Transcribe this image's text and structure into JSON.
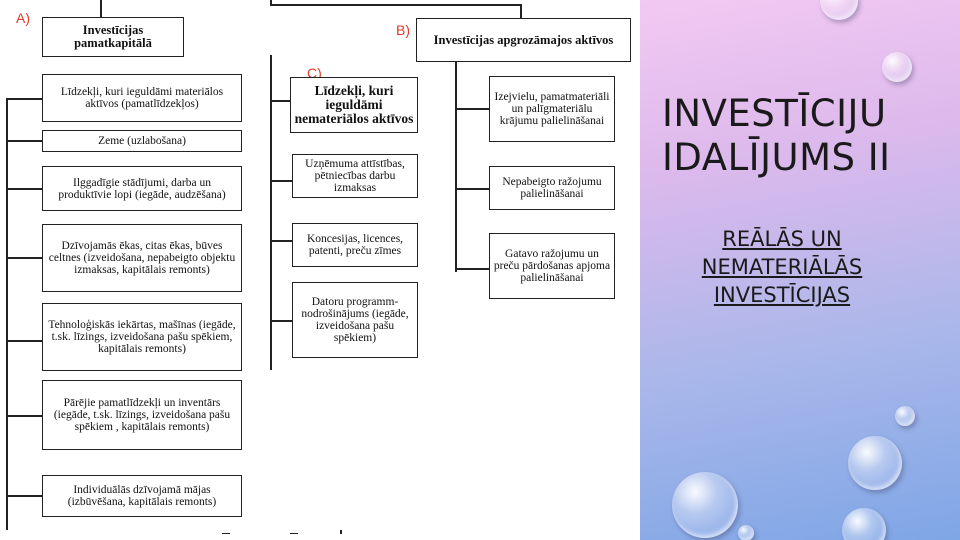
{
  "diagram": {
    "labels": {
      "a": "A)",
      "b": "B)",
      "c": "C)"
    },
    "headers": {
      "a": "Investīcijas pamatkapitālā",
      "b": "Investīcijas apgrozāmajos aktīvos",
      "c": "Līdzekļi, kuri ieguldāmi nemateriālos aktīvos"
    },
    "column_a": [
      "Līdzekļi, kuri ieguldāmi materiālos aktīvos (pamatlīdzekļos)",
      "Zeme (uzlabošana)",
      "Ilggadīgie stādījumi, darba un produktīvie lopi (iegāde, audzēšana)",
      "Dzīvojamās ēkas, citas ēkas, būves celtnes (izveidošana, nepabeigto objektu izmaksas, kapitālais remonts)",
      "Tehnoloģiskās iekārtas, mašīnas (iegāde, t.sk. līzings, izveidošana pašu spēkiem, kapitālais remonts)",
      "Pārējie pamatlīdzekļi un inventārs (iegāde, t.sk. līzings, izveidošana pašu spēkiem , kapitālais remonts)",
      "Individuālās dzīvojamā mājas (izbūvēšana, kapitālais remonts)"
    ],
    "column_c": [
      "Uzņēmuma attīstības, pētniecības darbu izmaksas",
      "Koncesijas, licences, patenti, preču zīmes",
      "Datoru programm-nodrošinājums (iegāde, izveidošana pašu spēkiem)"
    ],
    "column_b": [
      "Izejvielu, pamatmateriāli un palīgmateriālu krājumu palielināšanai",
      "Nepabeigto ražojumu palielināšanai",
      "Gatavo ražojumu un preču pārdošanas apjoma palielināšanai"
    ]
  },
  "slide": {
    "title": "INVESTĪCIJU IDALĪJUMS II",
    "subtitle": "REĀLĀS UN NEMATERIĀLĀS INVESTĪCIJAS"
  },
  "colors": {
    "label_red": "#e03a2a",
    "bg_top": "#f2c9f2",
    "bg_bottom": "#7fa6e6"
  }
}
